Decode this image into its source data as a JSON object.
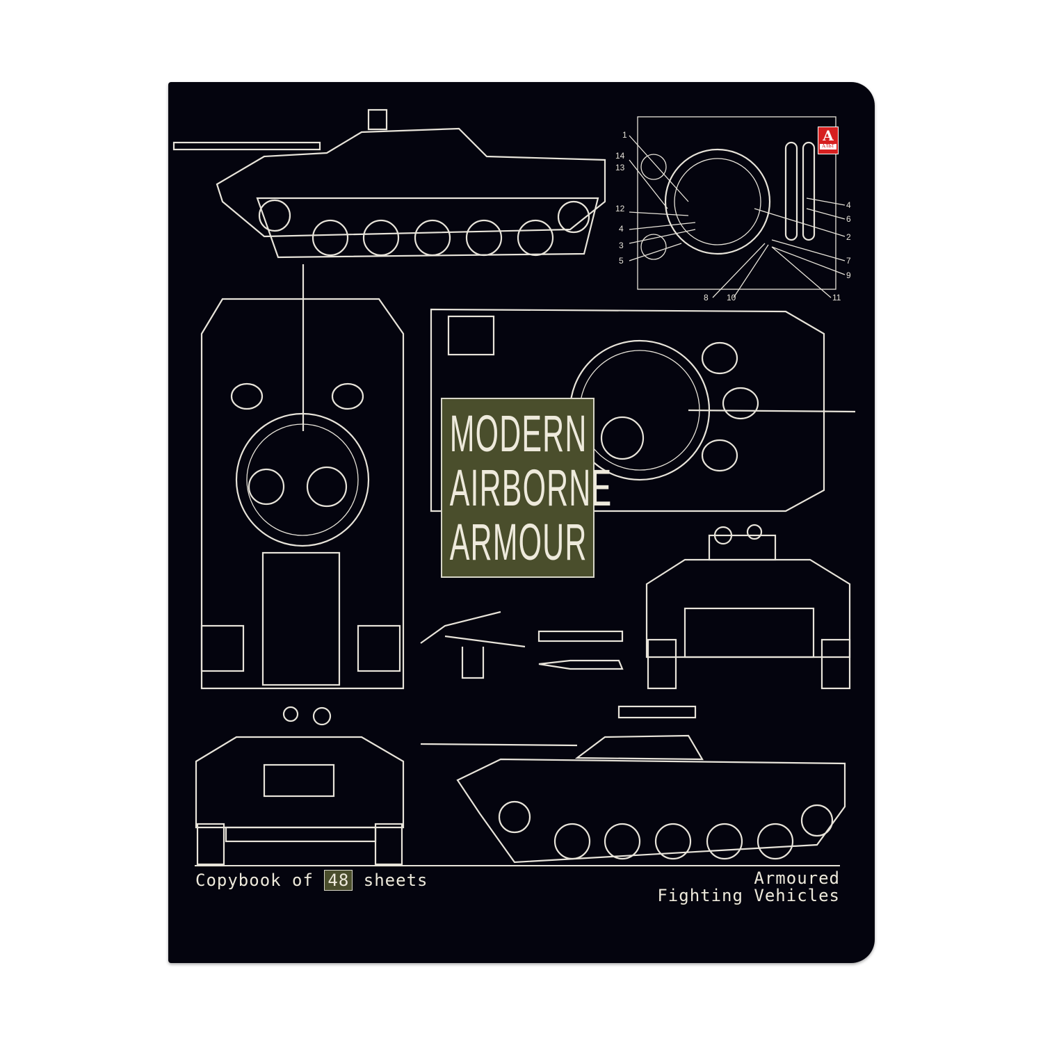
{
  "cover": {
    "title_lines": [
      "MODERN",
      "AIRBORNE",
      "ARMOUR"
    ],
    "copybook_prefix": "Copybook of",
    "sheet_count": "48",
    "copybook_suffix": "sheets",
    "subject_line1": "Armoured",
    "subject_line2": "Fighting Vehicles",
    "brand_logo_letter": "A",
    "brand_logo_text": "АЛЬТ",
    "diagram_labels": [
      "1",
      "14",
      "13",
      "12",
      "4",
      "3",
      "5",
      "4",
      "6",
      "2",
      "7",
      "9",
      "11",
      "10",
      "8"
    ],
    "colors": {
      "background": "#04040e",
      "title_box": "#4a4e2c",
      "line": "#e8e4da",
      "brand": "#d62020"
    }
  }
}
